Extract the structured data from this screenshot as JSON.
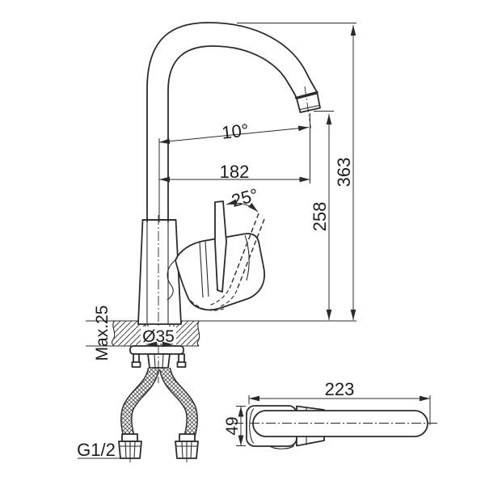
{
  "drawing_type": "faucet-installation-technical-drawing",
  "colors": {
    "background": "#ffffff",
    "line": "#2b2b2b",
    "text": "#1c1c1c"
  },
  "front_view": {
    "spout_angle_label": "10°",
    "spout_reach_label": "182",
    "handle_angle_label": "25°",
    "total_height_label": "363",
    "spout_height_label": "258",
    "counter_thickness_label": "Max.25",
    "hole_diameter_label": "Ø35",
    "thread_size_label": "G1/2"
  },
  "top_view": {
    "length_label": "223",
    "width_label": "49"
  }
}
